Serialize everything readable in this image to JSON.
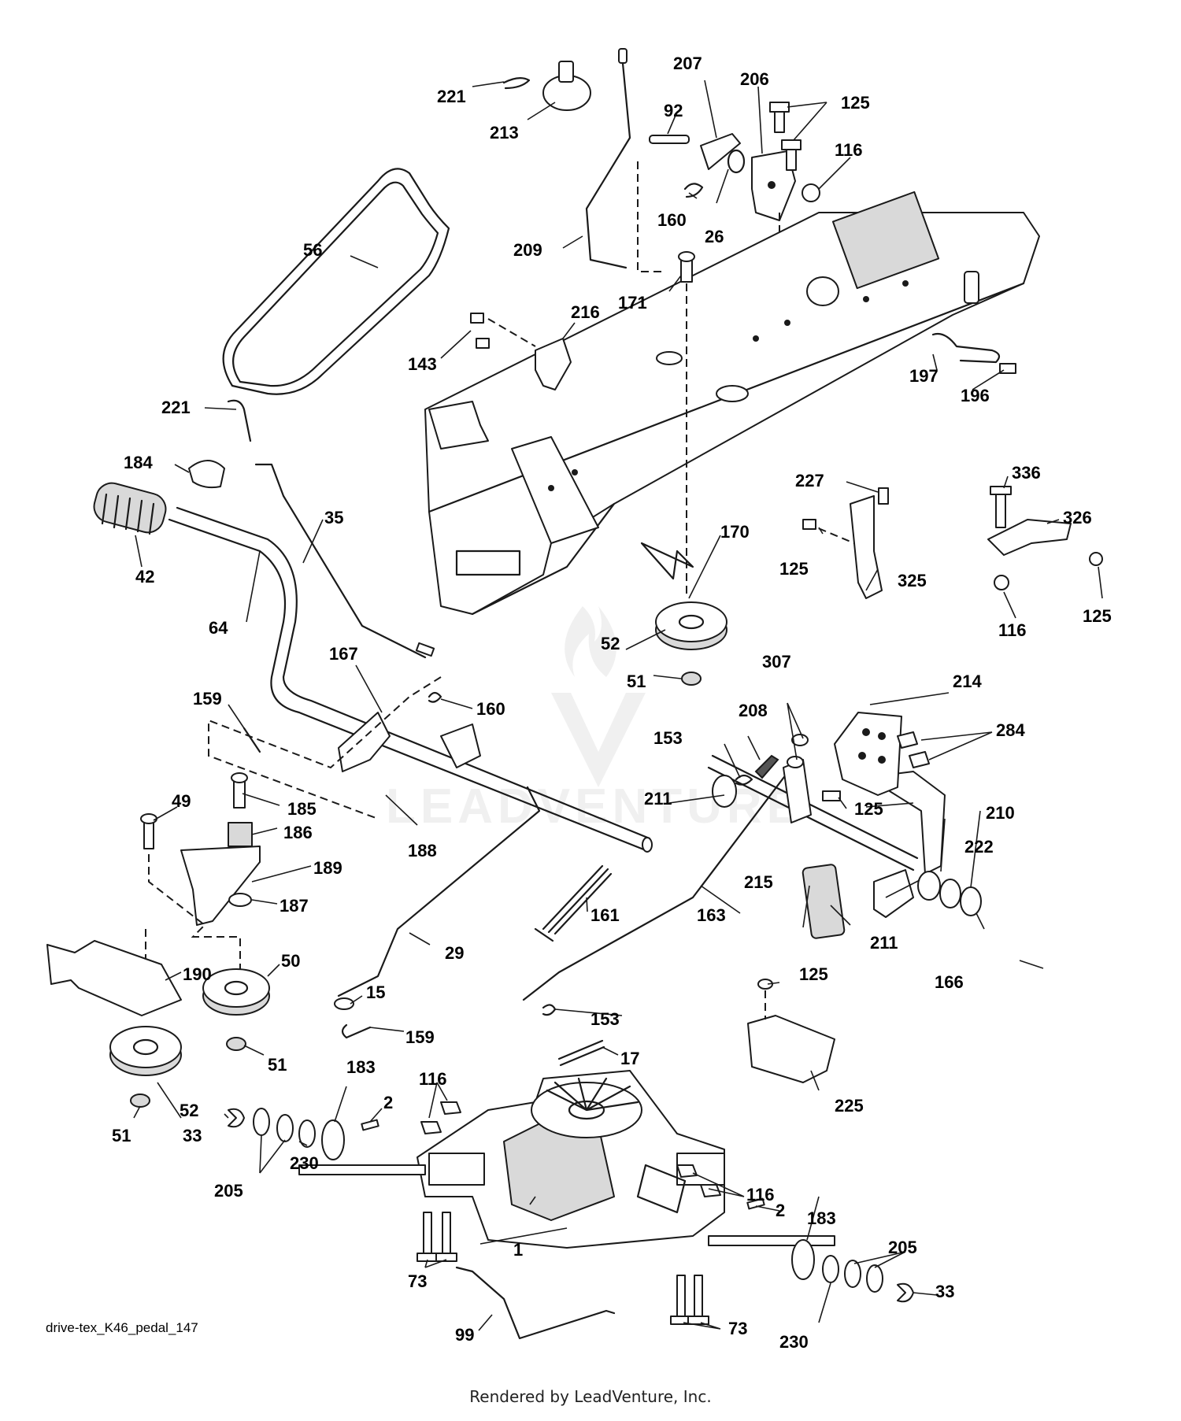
{
  "diagram": {
    "file_id": "drive-tex_K46_pedal_147",
    "footer": "Rendered by LeadVenture, Inc.",
    "watermark_text": "LEADVENTURE",
    "part_labels": {
      "p1": "1",
      "p2a": "2",
      "p2b": "2",
      "p15": "15",
      "p17": "17",
      "p26": "26",
      "p29": "29",
      "p33a": "33",
      "p33b": "33",
      "p35": "35",
      "p42": "42",
      "p49": "49",
      "p50": "50",
      "p51a": "51",
      "p51b": "51",
      "p51c": "51",
      "p52a": "52",
      "p52b": "52",
      "p56": "56",
      "p64": "64",
      "p73a": "73",
      "p73b": "73",
      "p92": "92",
      "p99": "99",
      "p116a": "116",
      "p116b": "116",
      "p116c": "116",
      "p116d": "116",
      "p125a": "125",
      "p125b": "125",
      "p125c": "125",
      "p125d": "125",
      "p125e": "125",
      "p143": "143",
      "p153a": "153",
      "p153b": "153",
      "p159a": "159",
      "p159b": "159",
      "p160a": "160",
      "p160b": "160",
      "p161": "161",
      "p163": "163",
      "p166": "166",
      "p167": "167",
      "p170": "170",
      "p171": "171",
      "p183a": "183",
      "p183b": "183",
      "p184": "184",
      "p185": "185",
      "p186": "186",
      "p187": "187",
      "p188": "188",
      "p189": "189",
      "p190": "190",
      "p196": "196",
      "p197": "197",
      "p205a": "205",
      "p205b": "205",
      "p206": "206",
      "p207": "207",
      "p208": "208",
      "p209": "209",
      "p210": "210",
      "p211a": "211",
      "p211b": "211",
      "p213": "213",
      "p214": "214",
      "p215": "215",
      "p216": "216",
      "p221a": "221",
      "p221b": "221",
      "p222": "222",
      "p225": "225",
      "p227": "227",
      "p230a": "230",
      "p230b": "230",
      "p284": "284",
      "p307": "307",
      "p325": "325",
      "p326": "326",
      "p336": "336"
    }
  }
}
